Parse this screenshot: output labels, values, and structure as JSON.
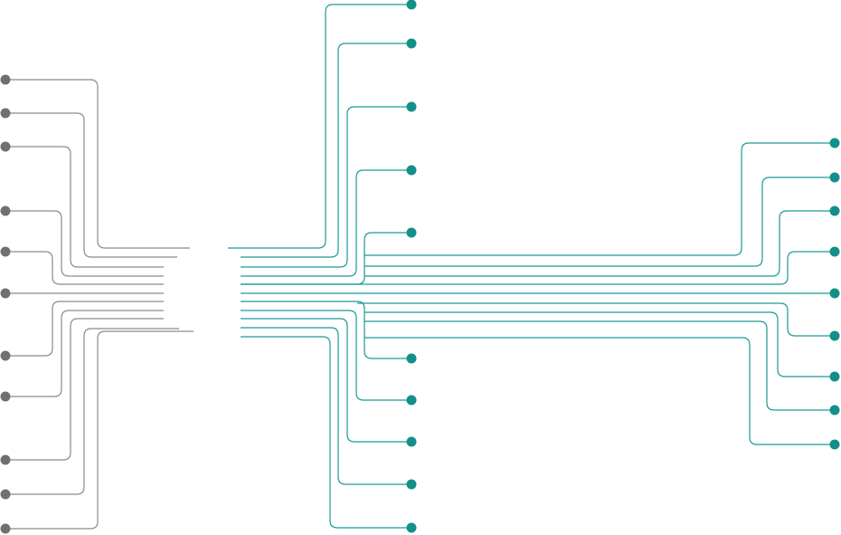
{
  "diagram": {
    "colors": {
      "input_line": "#8a8a8a",
      "input_node": "#707070",
      "output_line": "#1a9a96",
      "output_node": "#138f8b",
      "background": "#ffffff"
    },
    "input_count": 11,
    "top_output_count": 5,
    "right_output_count": 9,
    "bottom_output_count": 5
  }
}
